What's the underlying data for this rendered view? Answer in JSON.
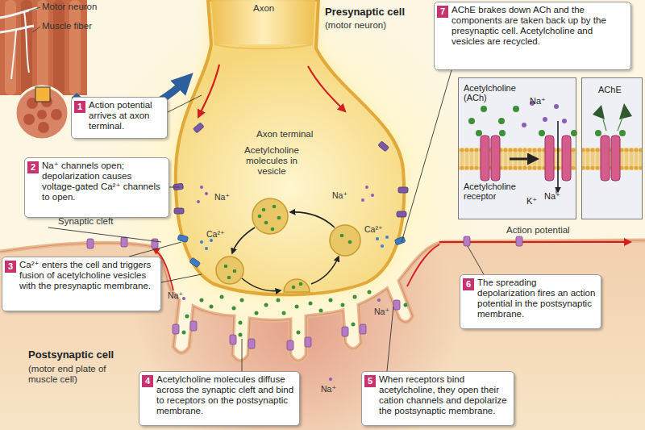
{
  "diagram": {
    "nodes": [
      {
        "text": [
          "1",
          "Action potential arrives at axon terminal."
        ]
      },
      {
        "text": [
          "2",
          "Na⁺ channels open; depolarization causes voltage-gated Ca²⁺ channels to open."
        ]
      },
      {
        "text": [
          "3",
          "Ca²⁺ enters the cell and triggers fusion of acetylcholine vesicles with the presynaptic membrane."
        ]
      },
      {
        "text": [
          "4",
          "Acetylcholine molecules diffuse across the synaptic cleft and bind to receptors on the postsynaptic membrane."
        ]
      },
      {
        "text": [
          "5",
          "When receptors bind acetylcholine, they open their cation channels and depolarize the postsynaptic membrane."
        ]
      },
      {
        "text": [
          "6",
          "The spreading depolarization fires an action potential in the postsynaptic membrane."
        ]
      },
      {
        "text": [
          "7",
          "AChE brakes down ACh and the components are taken back up by the presynaptic cell. Acetylcholine and vesicles are recycled."
        ]
      },
      {
        "text": [
          "Acetylcholine (ACh)",
          "Na⁺",
          "Acetylcholine receptor",
          "K⁺",
          "Na⁺"
        ]
      },
      {
        "text": [
          "AChE"
        ]
      }
    ],
    "labels": [
      "Motor neuron",
      "Muscle fiber",
      "Axon",
      "Presynaptic cell",
      "(motor neuron)",
      "Axon terminal",
      "Acetylcholine molecules in vesicle",
      "Synaptic cleft",
      "Action potential",
      "Postsynaptic cell",
      "(motor end plate of muscle cell)",
      "Na⁺",
      "Ca²⁺",
      "Na⁺",
      "Na⁺",
      "Ca²⁺",
      "Na⁺",
      "Na⁺"
    ]
  }
}
